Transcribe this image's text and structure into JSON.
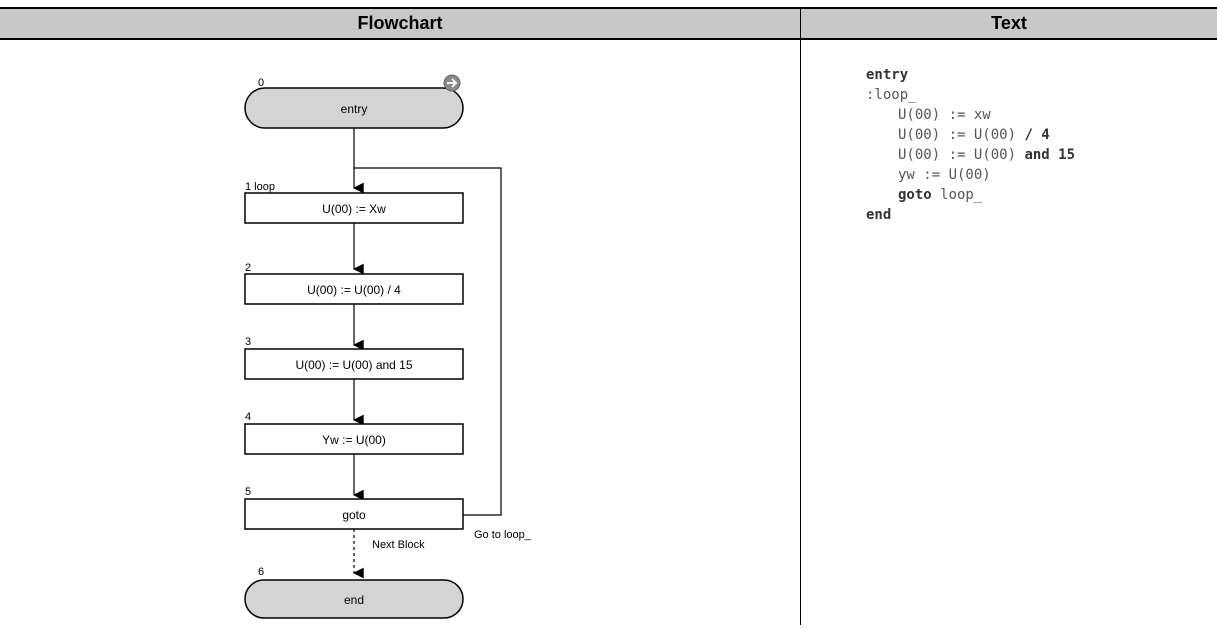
{
  "header": {
    "flowchart": "Flowchart",
    "text": "Text"
  },
  "flowchart": {
    "blocks": [
      {
        "step": "0",
        "label": "entry"
      },
      {
        "step": "1 loop",
        "label": "U(00) := Xw"
      },
      {
        "step": "2",
        "label": "U(00) := U(00) / 4"
      },
      {
        "step": "3",
        "label": "U(00) := U(00) and 15"
      },
      {
        "step": "4",
        "label": "Yw := U(00)"
      },
      {
        "step": "5",
        "label": "goto"
      },
      {
        "step": "6",
        "label": "end"
      }
    ],
    "goto_label": "Go to loop_",
    "next_block_label": "Next Block",
    "entry_icon": "arrow-circle-icon"
  },
  "code": {
    "line1": "entry",
    "line2": ":loop_",
    "line3": "U(00) := xw",
    "line4a": "U(00) := U(00) ",
    "line4b": "/ 4",
    "line5a": "U(00) := U(00) ",
    "line5b": "and 15",
    "line6": "yw := U(00)",
    "line7a": "goto",
    "line7b": " loop_",
    "line8": "end"
  }
}
